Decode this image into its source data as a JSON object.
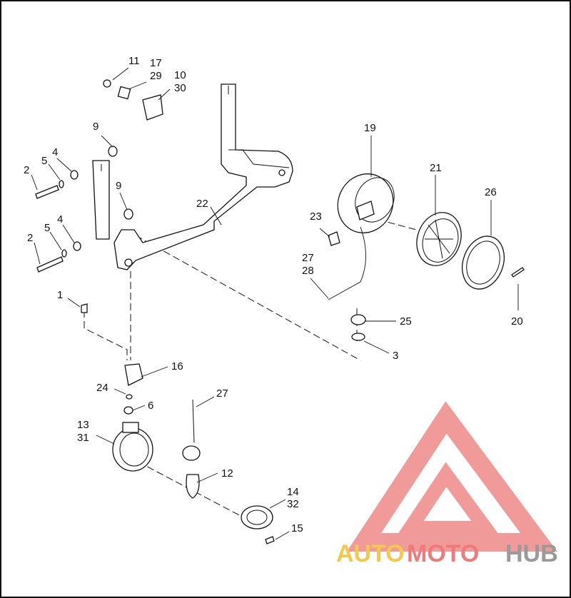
{
  "callouts": {
    "c1": "1",
    "c2a": "2",
    "c2b": "2",
    "c3": "3",
    "c4a": "4",
    "c4b": "4",
    "c5a": "5",
    "c5b": "5",
    "c6": "6",
    "c9a": "9",
    "c9b": "9",
    "c10": "10",
    "c11": "11",
    "c12": "12",
    "c13": "13",
    "c14": "14",
    "c15": "15",
    "c16": "16",
    "c17": "17",
    "c19": "19",
    "c20": "20",
    "c21": "21",
    "c22": "22",
    "c23": "23",
    "c24": "24",
    "c25": "25",
    "c26": "26",
    "c27a": "27",
    "c27b": "27",
    "c28": "28",
    "c29": "29",
    "c30": "30",
    "c31": "31",
    "c32": "32"
  },
  "watermark": {
    "part1": "AUTO",
    "part2": "MOTO",
    "part3": "HUB",
    "colors": {
      "triangle": "#f09a9a",
      "auto": "#f2c94c",
      "moto": "#ee7b7b",
      "hub": "#9a9a9a"
    }
  }
}
